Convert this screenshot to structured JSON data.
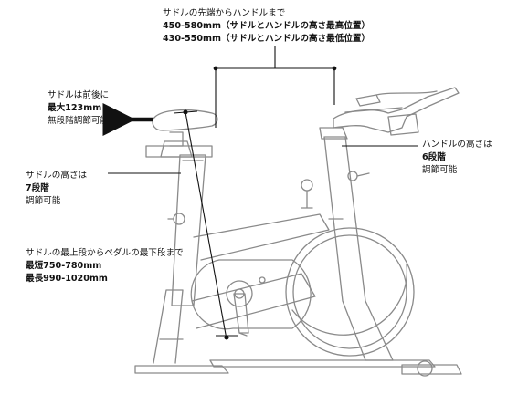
{
  "top_label": {
    "line1": "サドルの先端からハンドルまで",
    "line2": "450-580mm（サドルとハンドルの高さ最高位置）",
    "line3": "430-550mm（サドルとハンドルの高さ最低位置）"
  },
  "saddle_fore_aft": {
    "line1": "サドルは前後に",
    "line2": "最大123mm",
    "line3": "無段階調節可能"
  },
  "handle_height": {
    "line1": "ハンドルの高さは",
    "line2": "6段階",
    "line3": "調節可能"
  },
  "saddle_height": {
    "line1": "サドルの高さは",
    "line2": "7段階",
    "line3": "調節可能"
  },
  "saddle_to_pedal": {
    "line1": "サドルの最上段からペダルの最下段まで",
    "line2": "最短750-780mm",
    "line3": "最長990-1020mm"
  }
}
